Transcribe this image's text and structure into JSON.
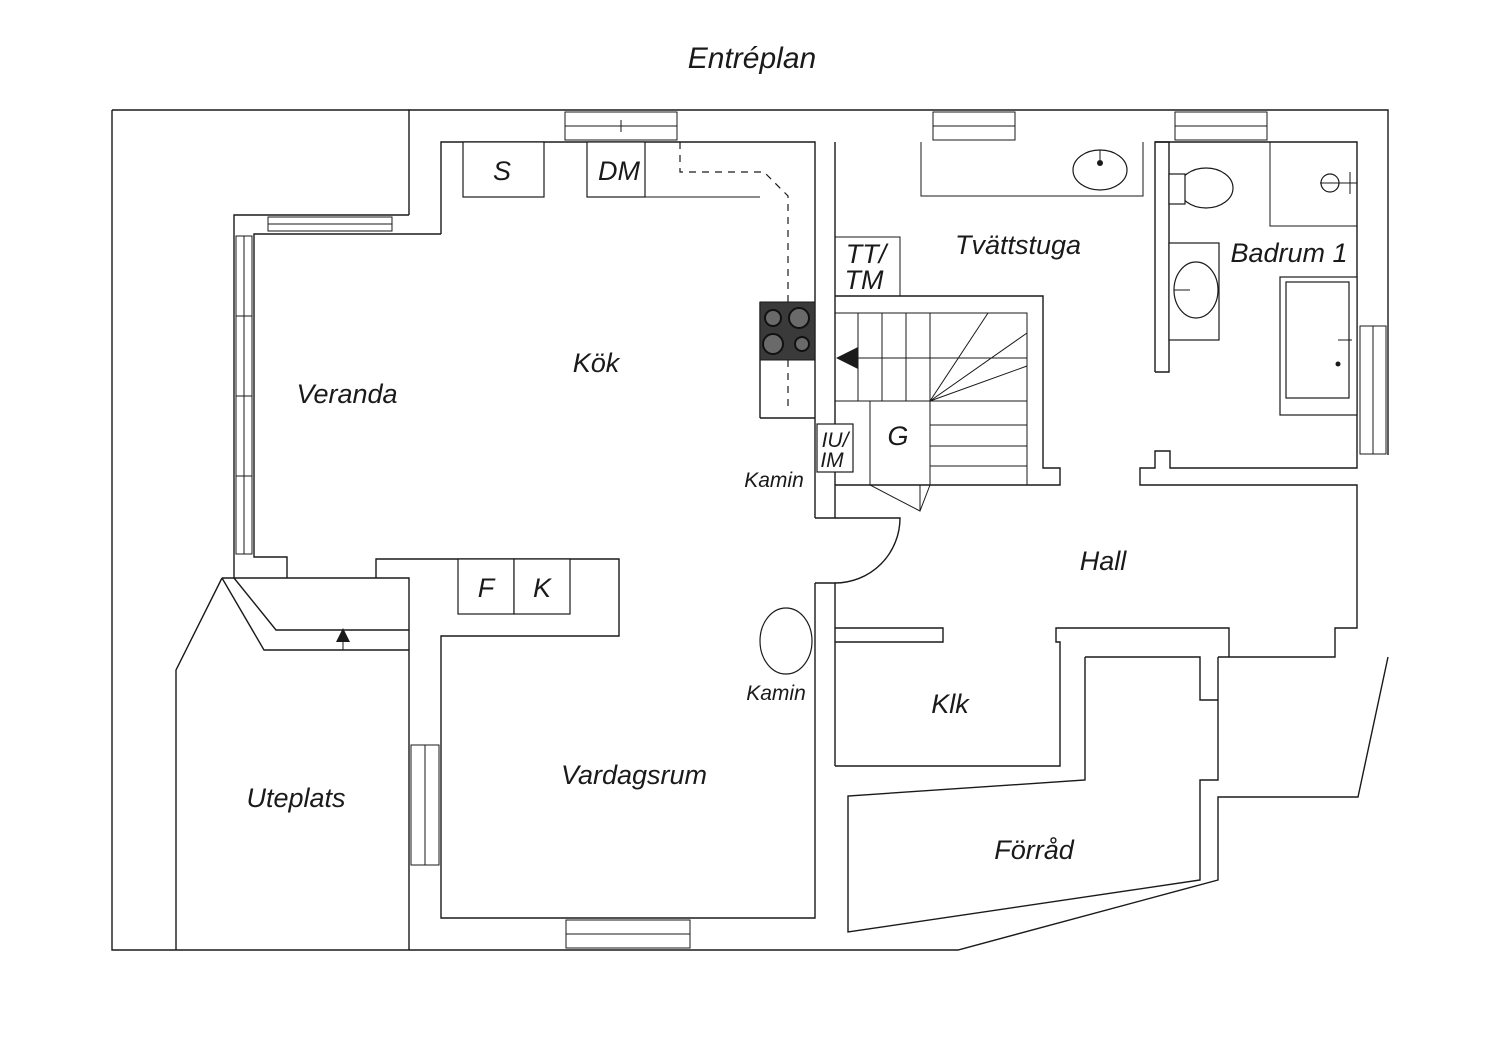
{
  "title": "Entréplan",
  "rooms": {
    "kok": "Kök",
    "veranda": "Veranda",
    "tvattstuga": "Tvättstuga",
    "badrum": "Badrum 1",
    "hall": "Hall",
    "klk": "Klk",
    "vardagsrum": "Vardagsrum",
    "uteplats": "Uteplats",
    "forrad": "Förråd"
  },
  "fixtures": {
    "s": "S",
    "dm": "DM",
    "tt": "TT/",
    "tm": "TM",
    "iu": "IU/",
    "im": "IM",
    "g": "G",
    "f": "F",
    "k": "K",
    "kamin_upper": "Kamin",
    "kamin_lower": "Kamin"
  }
}
